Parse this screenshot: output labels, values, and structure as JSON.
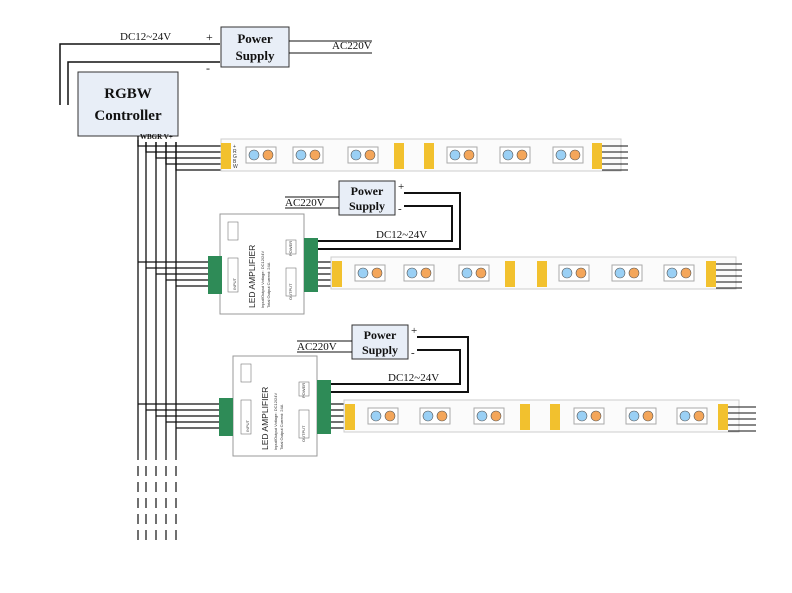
{
  "top": {
    "dc_label": "DC12~24V",
    "plus": "+",
    "minus": "-",
    "psu_line1": "Power",
    "psu_line2": "Supply",
    "ac_label": "AC220V"
  },
  "controller": {
    "line1": "RGBW",
    "line2": "Controller",
    "pins": "WBGR V+"
  },
  "amp1_psu": {
    "psu_line1": "Power",
    "psu_line2": "Supply",
    "ac_label": "AC220V",
    "dc_label": "DC12~24V",
    "plus": "+",
    "minus": "-"
  },
  "amp2_psu": {
    "psu_line1": "Power",
    "psu_line2": "Supply",
    "ac_label": "AC220V",
    "dc_label": "DC12~24V",
    "plus": "+",
    "minus": "-"
  },
  "amplifier": {
    "title": "LED AMPLIFIER",
    "spec1": "Input/Output Voltage: DC12/24V",
    "spec2": "Total Output Current: 24A",
    "input_label": "INPUT",
    "output_label": "OUTPUT",
    "power_label": "POWER"
  },
  "strip_pin_labels": [
    "+",
    "R",
    "G",
    "B",
    "W"
  ],
  "colors": {
    "box_fill": "#e8eef7",
    "terminal_green": "#2e8b57",
    "connector_yellow": "#f2c12e",
    "led_orange": "#f4a65a",
    "wire": "#111111"
  }
}
